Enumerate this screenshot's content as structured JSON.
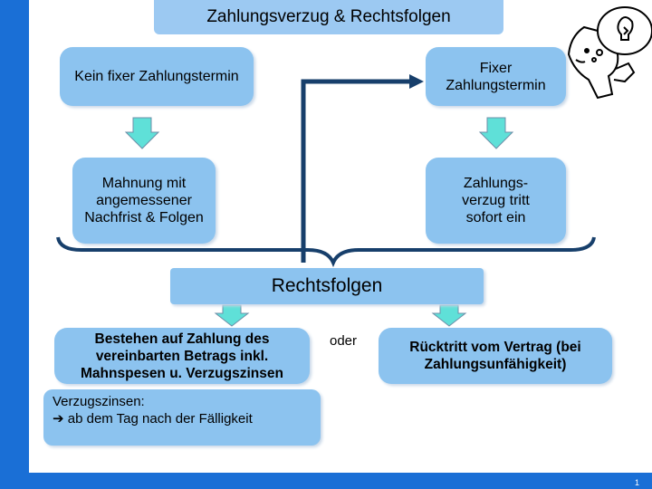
{
  "title": "Zahlungsverzug & Rechtsfolgen",
  "boxes": {
    "kein_fixer": "Kein fixer Zahlungstermin",
    "fixer": "Fixer Zahlungstermin",
    "mahnung": "Mahnung mit angemessener Nachfrist & Folgen",
    "verzug_sofort": "Zahlungs-verzug tritt sofort ein",
    "rechtsfolgen": "Rechtsfolgen",
    "bestehen": "Bestehen auf Zahlung des vereinbarten Betrags inkl. Mahnspesen u. Verzugszinsen",
    "oder": "oder",
    "ruecktritt": "Rücktritt vom Vertrag (bei Zahlungsunfähigkeit)",
    "zinsen_title": "Verzugszinsen:",
    "zinsen_text": "ab dem Tag nach der Fälligkeit"
  },
  "arrow_glyph": "➔",
  "page_number": "1",
  "colors": {
    "frame_blue": "#1a6fd6",
    "box_fill": "#8cc3ef",
    "title_fill": "#9cc9f2",
    "connector": "#173f6b",
    "down_arrow_fill": "#5fe0d8"
  },
  "icons": [
    "thinking-person-icon",
    "lightbulb-icon"
  ]
}
